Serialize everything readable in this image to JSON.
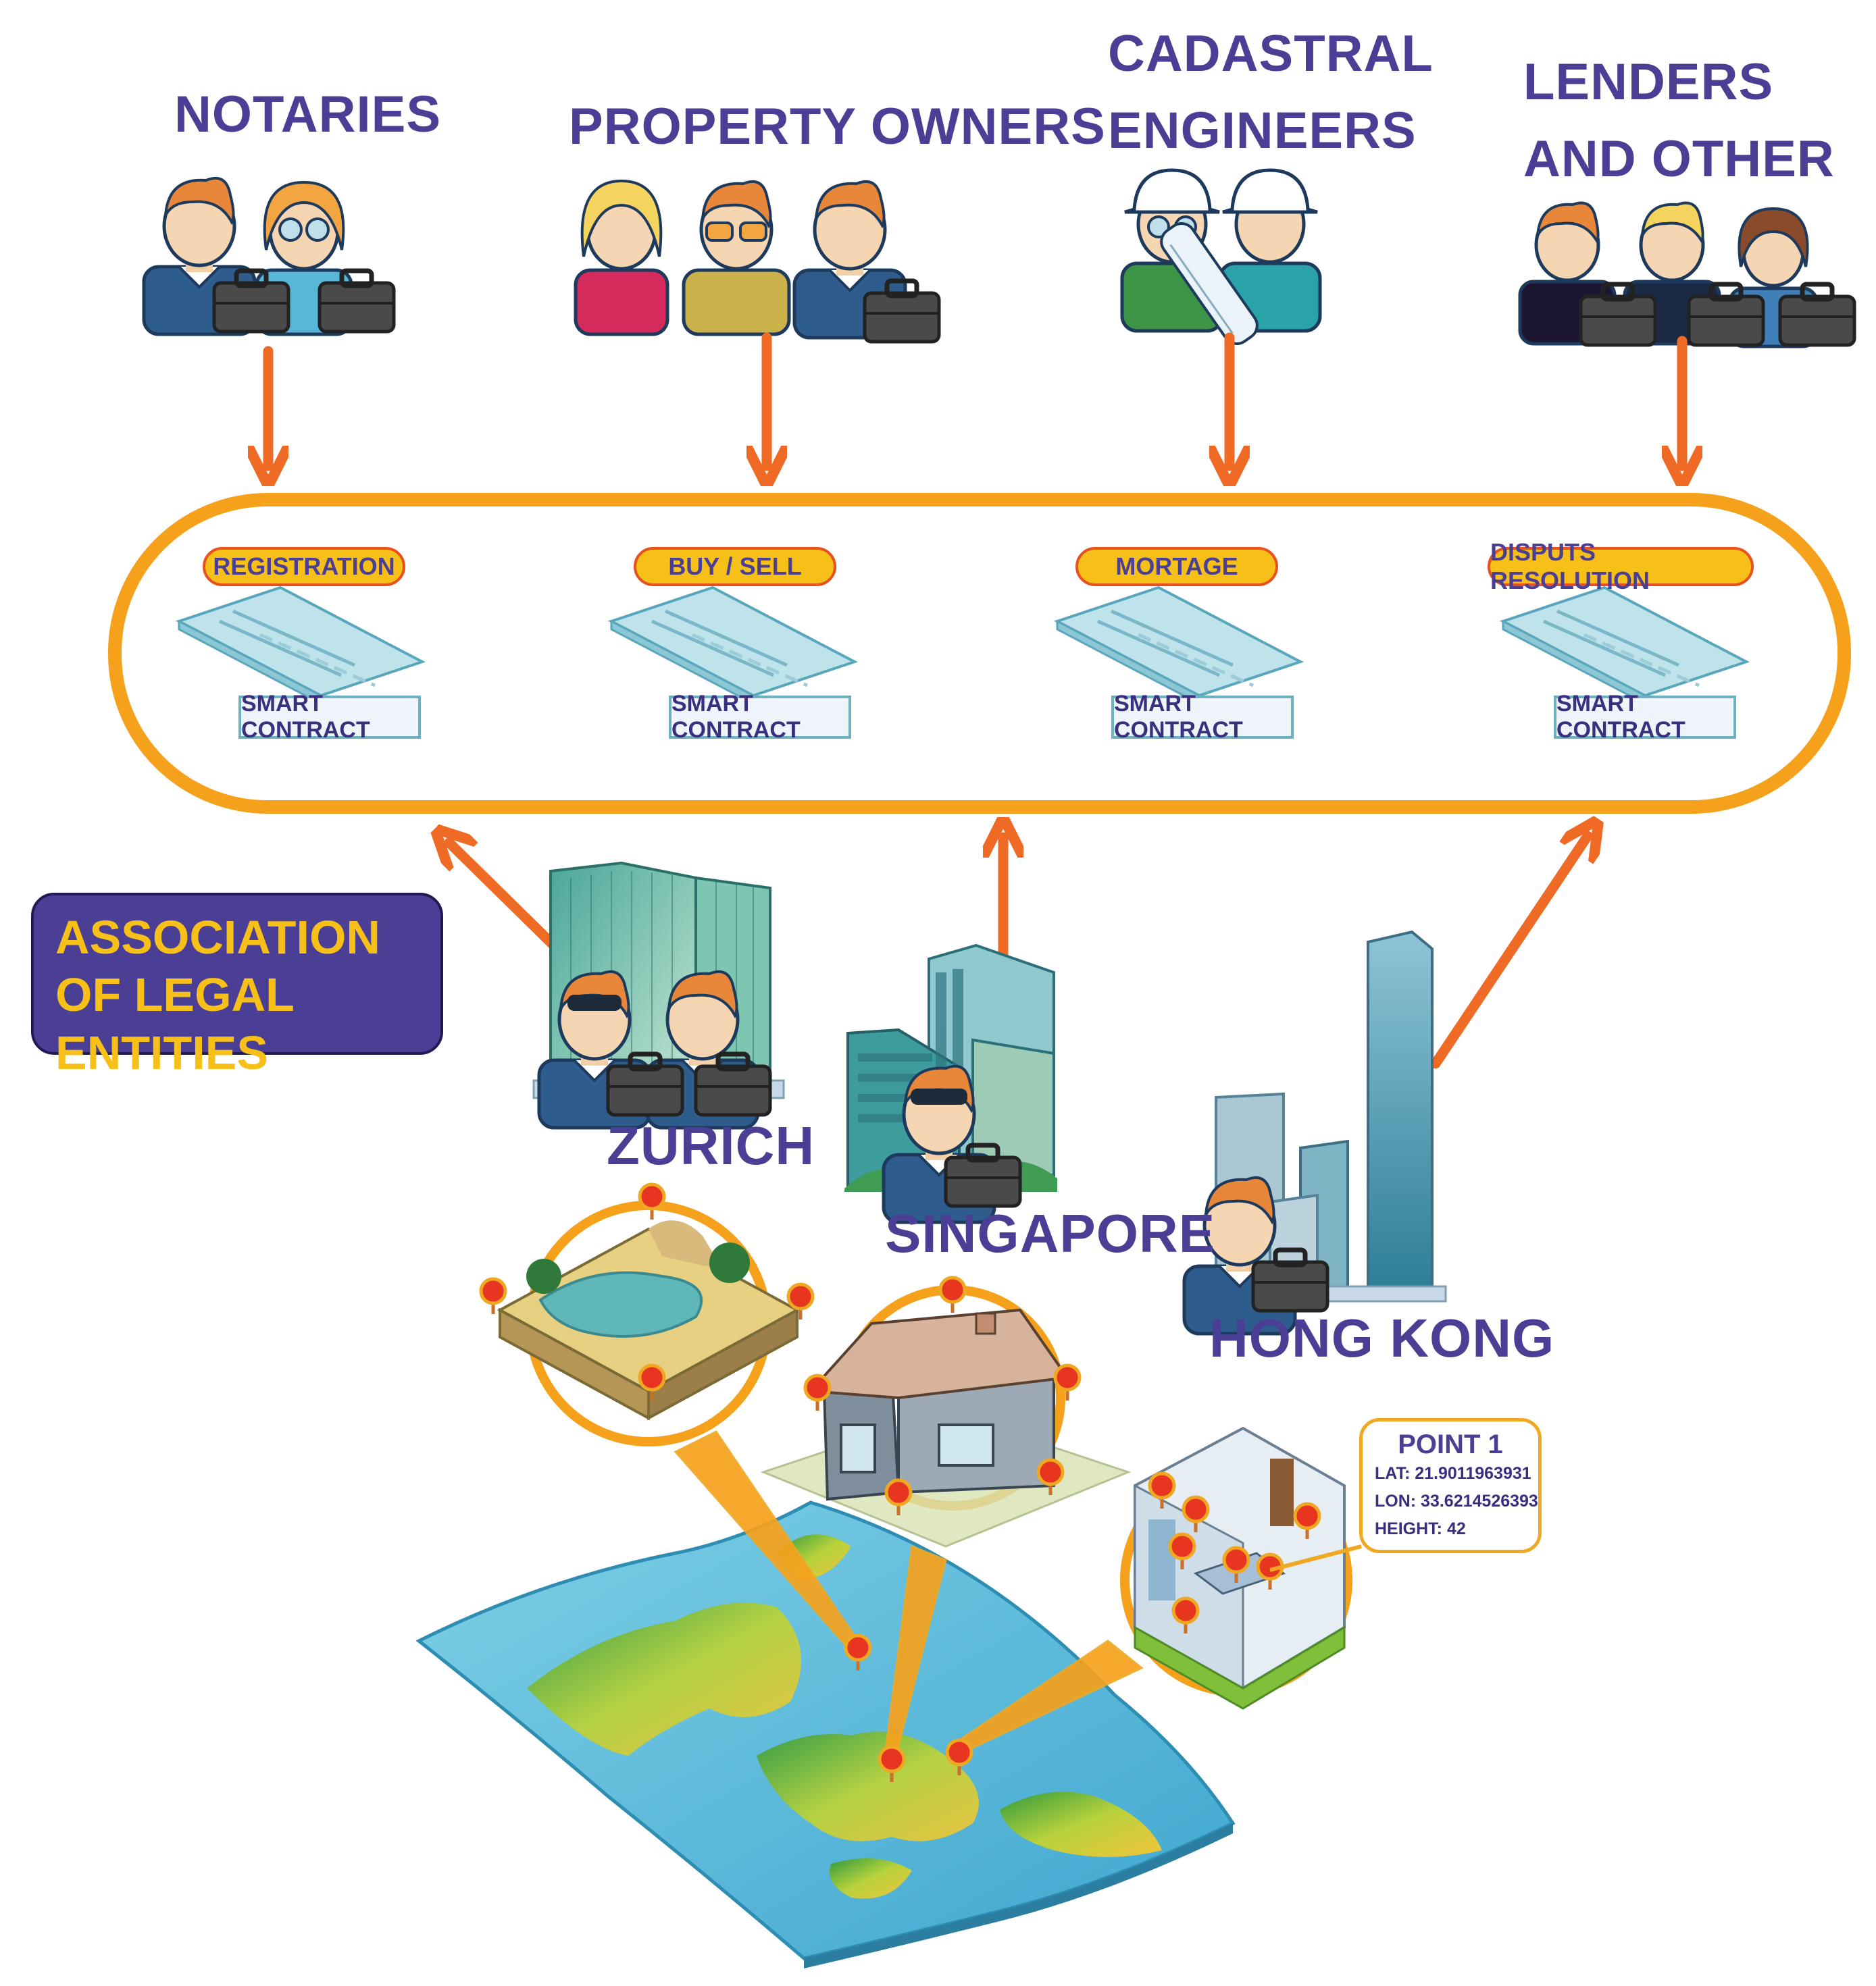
{
  "stakeholders": {
    "notaries": "NOTARIES",
    "property_owners": "PROPERTY OWNERS",
    "cadastral_line1": "CADASTRAL",
    "cadastral_line2": "ENGINEERS",
    "lenders_line1": "LENDERS",
    "lenders_line2": "AND OTHER"
  },
  "contracts": [
    {
      "label": "REGISTRATION",
      "type": "SMART CONTRACT"
    },
    {
      "label": "BUY / SELL",
      "type": "SMART CONTRACT"
    },
    {
      "label": "MORTAGE",
      "type": "SMART CONTRACT"
    },
    {
      "label": "DISPUTS RESOLUTION",
      "type": "SMART CONTRACT"
    }
  ],
  "contract_doc_title": "SMART Contract",
  "association": {
    "line1": "ASSOCIATION",
    "line2": "OF LEGAL ENTITIES"
  },
  "cities": {
    "zurich": "ZURICH",
    "singapore": "SINGAPORE",
    "hong_kong": "HONG KONG"
  },
  "point": {
    "title": "POINT 1",
    "lat": "LAT: 21.9011963931",
    "lon": "LON: 33.6214526393",
    "height": "HEIGHT: 42"
  },
  "colors": {
    "title_purple": "#4a3f95",
    "arrow_orange": "#ee6a25",
    "ring_orange": "#f6a11b",
    "pill_yellow": "#f6c019",
    "assoc_text_yellow": "#f6c019"
  }
}
